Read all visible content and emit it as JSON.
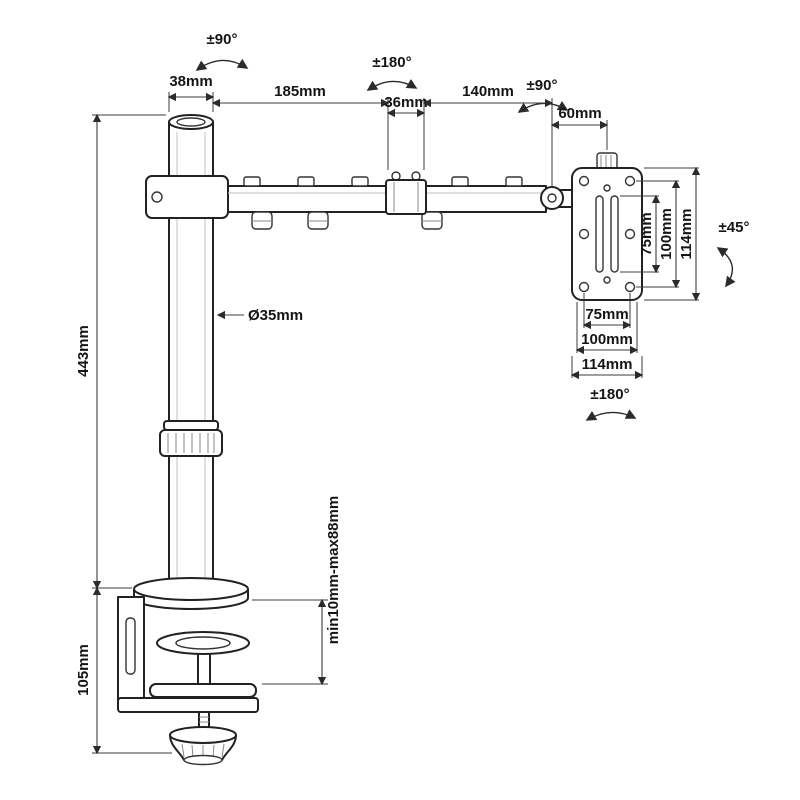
{
  "labels": {
    "swing_left": "±90°",
    "swing_mid": "±180°",
    "swing_right": "±90°",
    "pole_top_width": "38mm",
    "arm_seg1": "185mm",
    "joint_width": "36mm",
    "arm_seg2": "140mm",
    "vesa_offset": "60mm",
    "pole_diameter": "Ø35mm",
    "pole_height": "443mm",
    "clamp_height": "105mm",
    "clamp_range": "min10mm-max88mm",
    "vesa_v_75": "75mm",
    "vesa_v_100": "100mm",
    "vesa_v_114": "114mm",
    "tilt": "±45°",
    "vesa_h_75": "75mm",
    "vesa_h_100": "100mm",
    "vesa_h_114": "114mm",
    "vesa_rotation": "±180°"
  },
  "colors": {
    "line": "#222222",
    "dimension": "#3c3c3c",
    "background": "#ffffff"
  }
}
